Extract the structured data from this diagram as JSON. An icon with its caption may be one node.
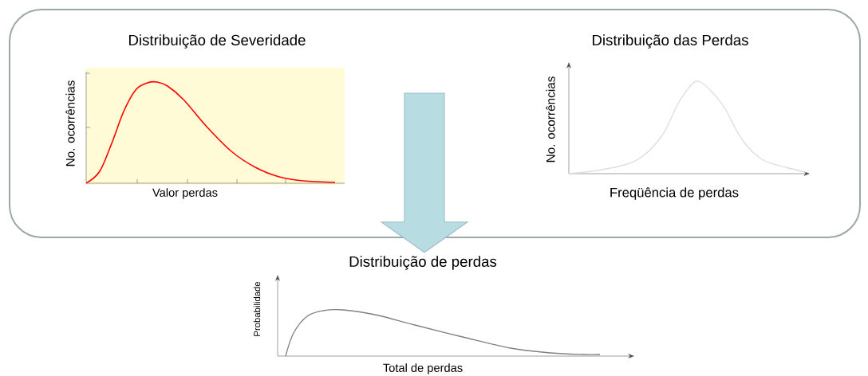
{
  "diagram": {
    "nodes": [
      {
        "text": [],
        "shape": "box"
      },
      {
        "text": [
          "Distribuição de Severidade",
          "No. ocorrências",
          "Valor perdas"
        ],
        "in": 0
      },
      {
        "text": [
          "Distribuição das Perdas",
          "No. ocorrências",
          "Freqüência de perdas"
        ],
        "in": 0
      },
      {
        "text": [
          "Distribuição de perdas",
          "Probabilidade",
          "Total de perdas"
        ]
      }
    ],
    "edges": [
      {
        "from": null,
        "to": 3,
        "arrow": "to",
        "color": "#b7dde3"
      }
    ]
  }
}
